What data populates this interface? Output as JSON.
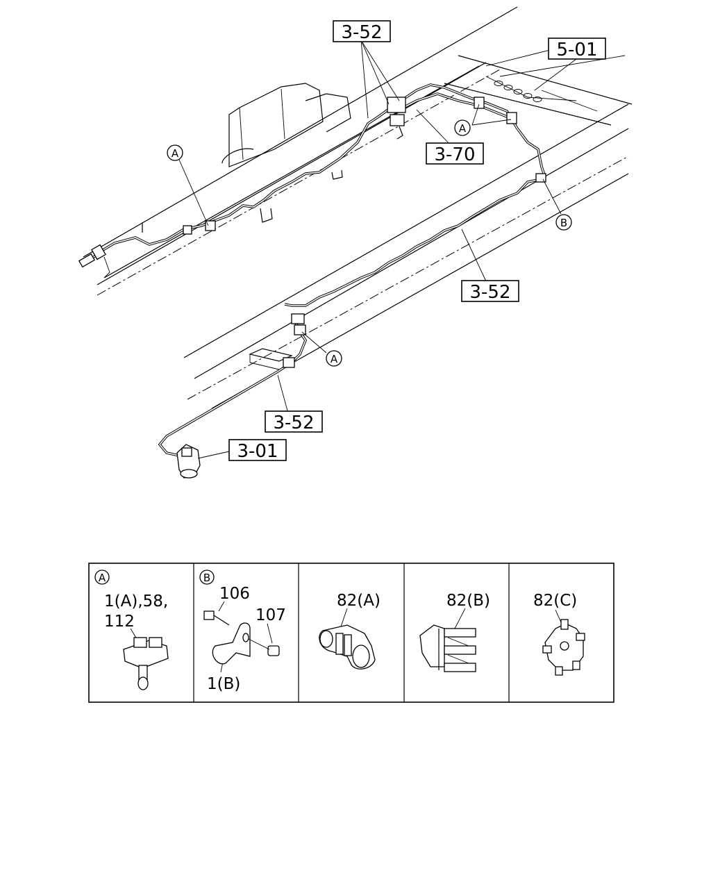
{
  "callouts": {
    "c1": "3-52",
    "c2": "5-01",
    "c3": "3-70",
    "c4": "3-52",
    "c5": "3-52",
    "c6": "3-01"
  },
  "markers": {
    "a1": "A",
    "a2": "A",
    "a3": "A",
    "b1": "B"
  },
  "detail_table": {
    "cell_a": {
      "marker": "A",
      "line1": "1(A),58,",
      "line2": "112"
    },
    "cell_b": {
      "marker": "B",
      "bolt": "106",
      "nut": "107",
      "bracket": "1(B)"
    },
    "cell_c": {
      "label": "82(A)"
    },
    "cell_d": {
      "label": "82(B)"
    },
    "cell_e": {
      "label": "82(C)"
    }
  }
}
